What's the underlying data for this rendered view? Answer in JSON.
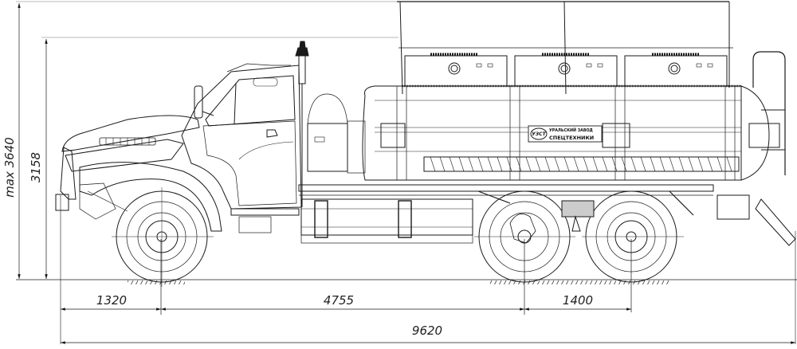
{
  "drawing": {
    "subject": "Side view of 6x6 truck with fuel tank body",
    "line_color": "#1a1a1a",
    "background": "#ffffff"
  },
  "dimensions": {
    "max_height": "max 3640",
    "height": "3158",
    "front_overhang": "1320",
    "wheelbase": "4755",
    "rear_axle_spacing": "1400",
    "overall_length": "9620"
  },
  "tank_logo": {
    "mark": "УЗСТ",
    "line1": "УРАЛЬСКИЙ ЗАВОД",
    "line2": "СПЕЦТЕХНИКИ"
  }
}
